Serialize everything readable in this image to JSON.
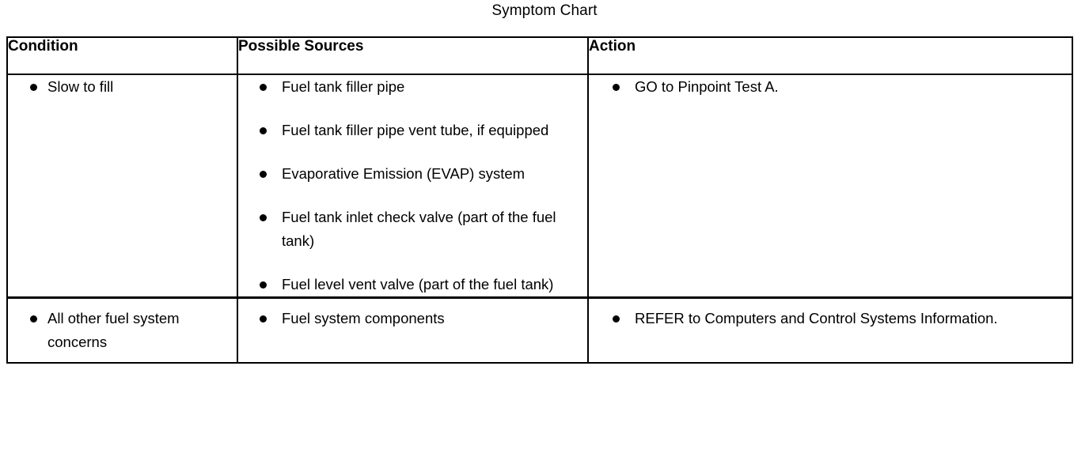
{
  "title": "Symptom Chart",
  "table": {
    "columns": [
      {
        "key": "condition",
        "label": "Condition"
      },
      {
        "key": "sources",
        "label": "Possible Sources"
      },
      {
        "key": "action",
        "label": "Action"
      }
    ],
    "rows": [
      {
        "condition": [
          "Slow to fill"
        ],
        "sources": [
          "Fuel tank filler pipe",
          "Fuel tank filler pipe vent tube, if equipped",
          "Evaporative Emission (EVAP) system",
          "Fuel tank inlet check valve (part of the fuel tank)",
          "Fuel level vent valve (part of the fuel tank)"
        ],
        "action": [
          "GO to Pinpoint Test A."
        ]
      },
      {
        "condition": [
          "All other fuel system concerns"
        ],
        "sources": [
          "Fuel system components"
        ],
        "action": [
          "REFER to Computers and Control Systems Information."
        ]
      }
    ]
  },
  "style": {
    "border_color": "#000000",
    "text_color": "#000000",
    "background": "#ffffff"
  }
}
